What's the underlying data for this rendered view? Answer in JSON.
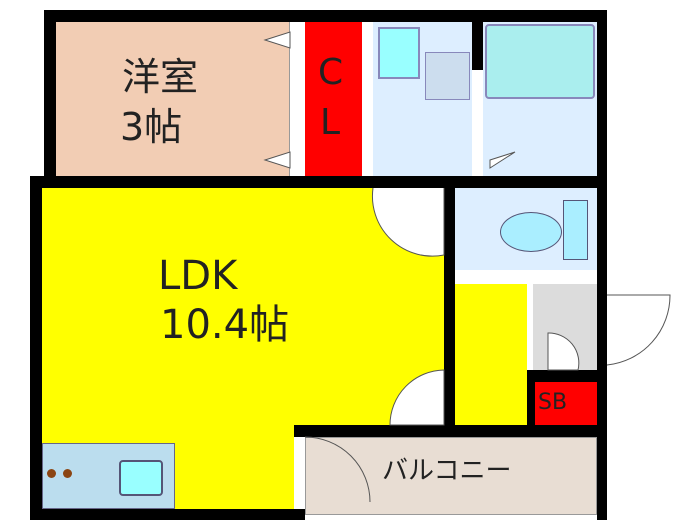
{
  "rooms": {
    "western_room": {
      "name": "洋室",
      "size": "3帖",
      "color": "#f2cdb4"
    },
    "closet": {
      "line1": "C",
      "line2": "L",
      "color": "#ff0000"
    },
    "ldk": {
      "name": "LDK",
      "size": "10.4帖",
      "color": "#ffff00"
    },
    "shoe_box": {
      "name": "SB",
      "color": "#ff0000"
    },
    "balcony": {
      "name": "バルコニー",
      "color": "#e8ddd3"
    },
    "wet_area": {
      "color": "#ddeeff"
    },
    "entrance": {
      "color": "#dcdcdc"
    }
  }
}
